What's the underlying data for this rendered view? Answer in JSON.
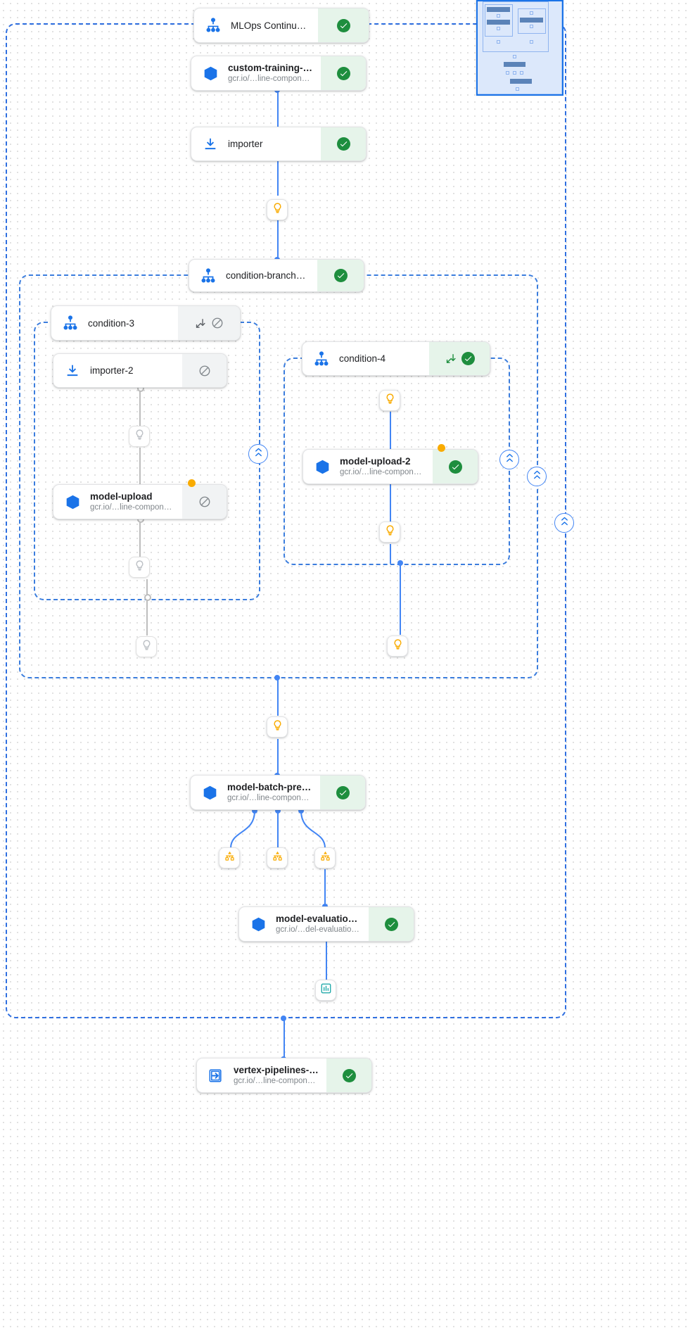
{
  "canvas": {
    "background": "#ffffff",
    "dot_color": "#d7d7d7",
    "group_border_color": "#3b7ddd",
    "edge_color": "#4285f4",
    "edge_gray_color": "#bdbdbd",
    "status_ok_color": "#1e8e3e",
    "status_ok_bg": "#e6f4ea",
    "status_skip_bg": "#f1f3f4",
    "artifact_color": "#f9ab00",
    "change_dot_color": "#f9ab00",
    "metrics_color": "#12a4a4"
  },
  "nodes": [
    {
      "id": "mlops-continuous-training",
      "name": "mlops-continuous-training-node",
      "title": "MLOps Continuous Traini…",
      "subtitle": "",
      "icon": "pipeline-dag-icon",
      "status": "succeeded",
      "status_icon": "check-circle-icon",
      "title_bold": false
    },
    {
      "id": "custom-training-job",
      "name": "custom-training-job-node",
      "title": "custom-training-job",
      "subtitle": "gcr.io/…line-components:2.6.0",
      "icon": "container-cube-icon",
      "status": "succeeded",
      "status_icon": "check-circle-icon",
      "title_bold": true
    },
    {
      "id": "importer",
      "name": "importer-node",
      "title": "importer",
      "subtitle": "",
      "icon": "import-download-icon",
      "status": "succeeded",
      "status_icon": "check-circle-icon",
      "title_bold": false
    },
    {
      "id": "condition-branches-2",
      "name": "condition-branches-2-node",
      "title": "condition-branches-2",
      "subtitle": "",
      "icon": "pipeline-dag-icon",
      "status": "succeeded",
      "status_icon": "check-circle-icon",
      "title_bold": false
    },
    {
      "id": "condition-3",
      "name": "condition-3-node",
      "title": "condition-3",
      "subtitle": "",
      "icon": "pipeline-dag-icon",
      "status": "skipped",
      "status_icon": "skip-arrow-icon",
      "status_icon_2": "blocked-circle-icon",
      "title_bold": false
    },
    {
      "id": "importer-2",
      "name": "importer-2-node",
      "title": "importer-2",
      "subtitle": "",
      "icon": "import-download-icon",
      "status": "skipped",
      "status_icon": "blocked-circle-icon",
      "title_bold": false
    },
    {
      "id": "model-upload",
      "name": "model-upload-node",
      "title": "model-upload",
      "subtitle": "gcr.io/…line-components:2.6.0",
      "icon": "container-cube-icon",
      "status": "skipped",
      "status_icon": "blocked-circle-icon",
      "has_change_dot": true,
      "title_bold": true
    },
    {
      "id": "condition-4",
      "name": "condition-4-node",
      "title": "condition-4",
      "subtitle": "",
      "icon": "pipeline-dag-icon",
      "status": "succeeded",
      "status_icon": "skip-arrow-icon",
      "status_icon_2": "check-circle-icon",
      "title_bold": false
    },
    {
      "id": "model-upload-2",
      "name": "model-upload-2-node",
      "title": "model-upload-2",
      "subtitle": "gcr.io/…line-components:2.6.0",
      "icon": "container-cube-icon",
      "status": "succeeded",
      "status_icon": "check-circle-icon",
      "has_change_dot": true,
      "title_bold": true
    },
    {
      "id": "model-batch-predict",
      "name": "model-batch-predict-node",
      "title": "model-batch-predict",
      "subtitle": "gcr.io/…line-components:2.6.0",
      "icon": "container-cube-icon",
      "status": "succeeded",
      "status_icon": "check-circle-icon",
      "title_bold": true
    },
    {
      "id": "model-evaluation-regression",
      "name": "model-evaluation-regression-node",
      "title": "model-evaluation-regres…",
      "subtitle": "gcr.io/…del-evaluation:v0.9.3",
      "icon": "container-cube-icon",
      "status": "succeeded",
      "status_icon": "check-circle-icon",
      "title_bold": true
    },
    {
      "id": "vertex-pipelines-notification",
      "name": "vertex-pipelines-notification-node",
      "title": "vertex-pipelines-notificat…",
      "subtitle": "gcr.io/…line-components:2.6.0",
      "icon": "exit-arrow-icon",
      "status": "succeeded",
      "status_icon": "check-circle-icon",
      "title_bold": true
    }
  ],
  "artifact_nodes": [
    {
      "id": "artifact-1",
      "name": "artifact-node",
      "icon": "lightbulb-icon",
      "state": "active"
    },
    {
      "id": "artifact-2",
      "name": "artifact-node",
      "icon": "lightbulb-icon",
      "state": "dimmed"
    },
    {
      "id": "artifact-3",
      "name": "artifact-node",
      "icon": "lightbulb-icon",
      "state": "dimmed"
    },
    {
      "id": "artifact-4",
      "name": "artifact-node",
      "icon": "lightbulb-icon",
      "state": "dimmed"
    },
    {
      "id": "artifact-5",
      "name": "artifact-node",
      "icon": "lightbulb-icon",
      "state": "active"
    },
    {
      "id": "artifact-6",
      "name": "artifact-node",
      "icon": "lightbulb-icon",
      "state": "active"
    },
    {
      "id": "artifact-7",
      "name": "artifact-node",
      "icon": "lightbulb-icon",
      "state": "active"
    },
    {
      "id": "artifact-8",
      "name": "artifact-node",
      "icon": "lightbulb-icon",
      "state": "active"
    },
    {
      "id": "dataset-1",
      "name": "dataset-node",
      "icon": "dataset-icon",
      "state": "active"
    },
    {
      "id": "dataset-2",
      "name": "dataset-node",
      "icon": "dataset-icon",
      "state": "active"
    },
    {
      "id": "dataset-3",
      "name": "dataset-node",
      "icon": "dataset-icon",
      "state": "active"
    },
    {
      "id": "metrics-1",
      "name": "metrics-node",
      "icon": "bar-chart-icon",
      "state": "active"
    }
  ],
  "collapse_buttons": [
    {
      "id": "collapse-1",
      "name": "collapse-toggle-button",
      "icon": "chevron-collapse-icon"
    },
    {
      "id": "collapse-2",
      "name": "collapse-toggle-button",
      "icon": "chevron-collapse-icon"
    },
    {
      "id": "collapse-3",
      "name": "collapse-toggle-button",
      "icon": "chevron-collapse-icon"
    },
    {
      "id": "collapse-4",
      "name": "collapse-toggle-button",
      "icon": "chevron-collapse-icon"
    }
  ],
  "groups": [
    {
      "id": "group-root",
      "name": "pipeline-root-group"
    },
    {
      "id": "group-condition-branches-2",
      "name": "condition-branches-2-group"
    },
    {
      "id": "group-condition-3",
      "name": "condition-3-group"
    },
    {
      "id": "group-condition-4",
      "name": "condition-4-group"
    }
  ],
  "minimap": {
    "name": "graph-minimap",
    "label": "minimap"
  }
}
